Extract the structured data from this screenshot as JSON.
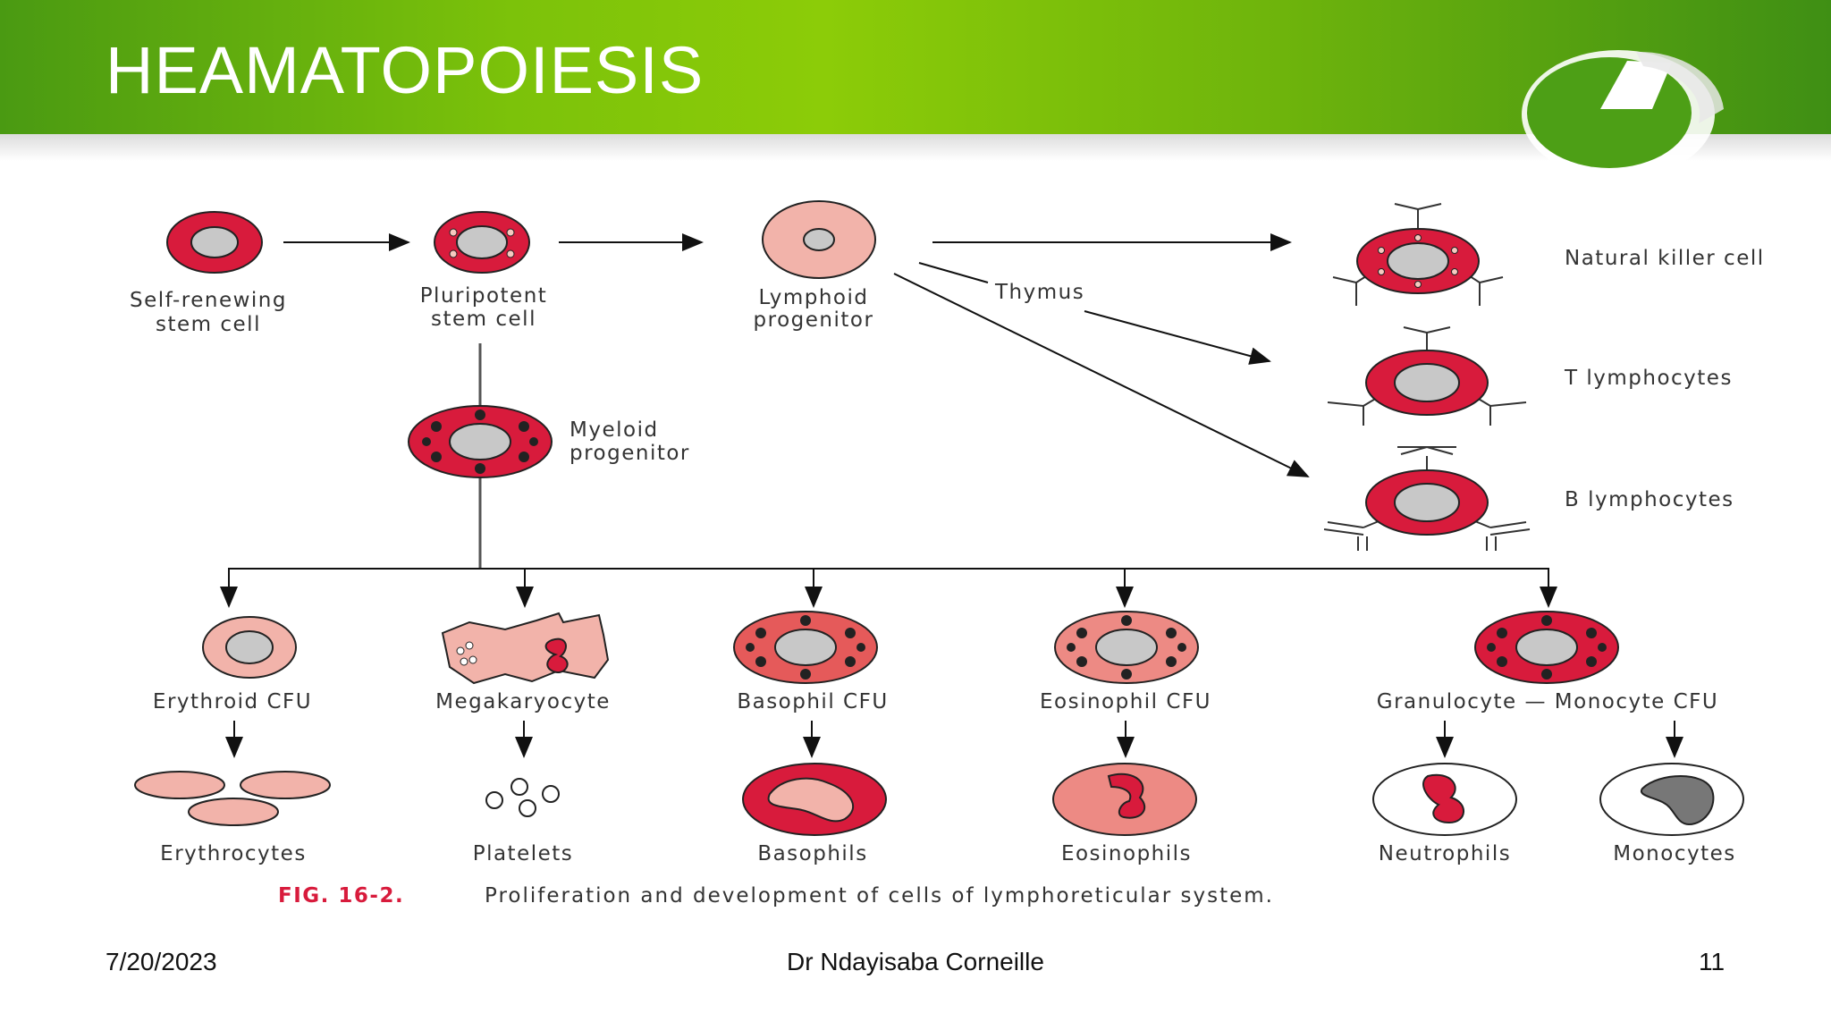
{
  "slide": {
    "title": "HEAMATOPOIESIS",
    "date": "7/20/2023",
    "author": "Dr Ndayisaba Corneille",
    "page_number": "11"
  },
  "figure": {
    "caption_fig": "FIG. 16-2.",
    "caption_text": "Proliferation and development of cells of lymphoreticular system.",
    "nodes": {
      "self_renewing": [
        "Self-renewing",
        "stem cell"
      ],
      "pluripotent": [
        "Pluripotent",
        "stem cell"
      ],
      "lymphoid": [
        "Lymphoid",
        "progenitor"
      ],
      "myeloid": [
        "Myeloid",
        "progenitor"
      ],
      "thymus": "Thymus",
      "nk_cell": "Natural killer cell",
      "t_cells": "T lymphocytes",
      "b_cells": "B lymphocytes",
      "erythroid_cfu": "Erythroid CFU",
      "megakaryocyte": "Megakaryocyte",
      "basophil_cfu": "Basophil CFU",
      "eosinophil_cfu": "Eosinophil CFU",
      "gm_cfu": "Granulocyte — Monocyte CFU",
      "erythrocytes": "Erythrocytes",
      "platelets": "Platelets",
      "basophils": "Basophils",
      "eosinophils": "Eosinophils",
      "neutrophils": "Neutrophils",
      "monocytes": "Monocytes"
    }
  },
  "colors": {
    "header_green": "#7cc20a",
    "cell_red": "#d81b3c",
    "cell_pink": "#f2b3aa",
    "nucleus_gray": "#c8c8c8",
    "caption_red": "#d81b3c"
  }
}
